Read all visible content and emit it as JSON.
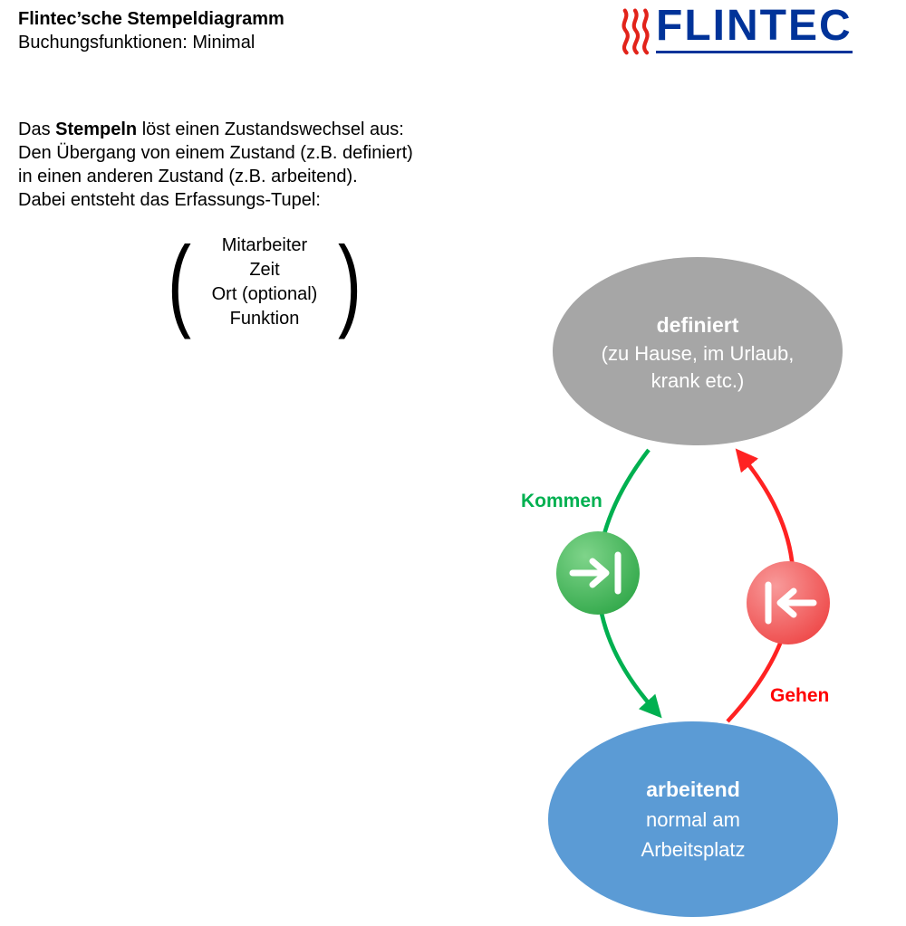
{
  "header": {
    "title": "Flintec’sche Stempeldiagramm",
    "subtitle": "Buchungsfunktionen: Minimal"
  },
  "logo": {
    "text": "FLINTEC",
    "text_color": "#003399",
    "flame_color": "#e2231a"
  },
  "intro": {
    "line1_prefix": "Das ",
    "line1_bold": "Stempeln",
    "line1_suffix": " löst einen Zustandswechsel aus:",
    "line2": "Den Übergang von einem Zustand (z.B. definiert)",
    "line3": "in einen anderen Zustand (z.B. arbeitend).",
    "line4": "Dabei entsteht das Erfassungs-Tupel:"
  },
  "tuple": {
    "open": "(",
    "close": ")",
    "items": [
      "Mitarbeiter",
      "Zeit",
      "Ort (optional)",
      "Funktion"
    ]
  },
  "diagram": {
    "state_defined": {
      "title": "definiert",
      "line1": "(zu Hause, im Urlaub,",
      "line2": "krank etc.)",
      "fill": "#a6a6a6"
    },
    "state_working": {
      "title": "arbeitend",
      "line1": "normal am",
      "line2": "Arbeitsplatz",
      "fill": "#5b9bd5"
    },
    "transition_in": {
      "label": "Kommen",
      "color": "#00b050"
    },
    "transition_out": {
      "label": "Gehen",
      "color": "#ff2222"
    }
  }
}
